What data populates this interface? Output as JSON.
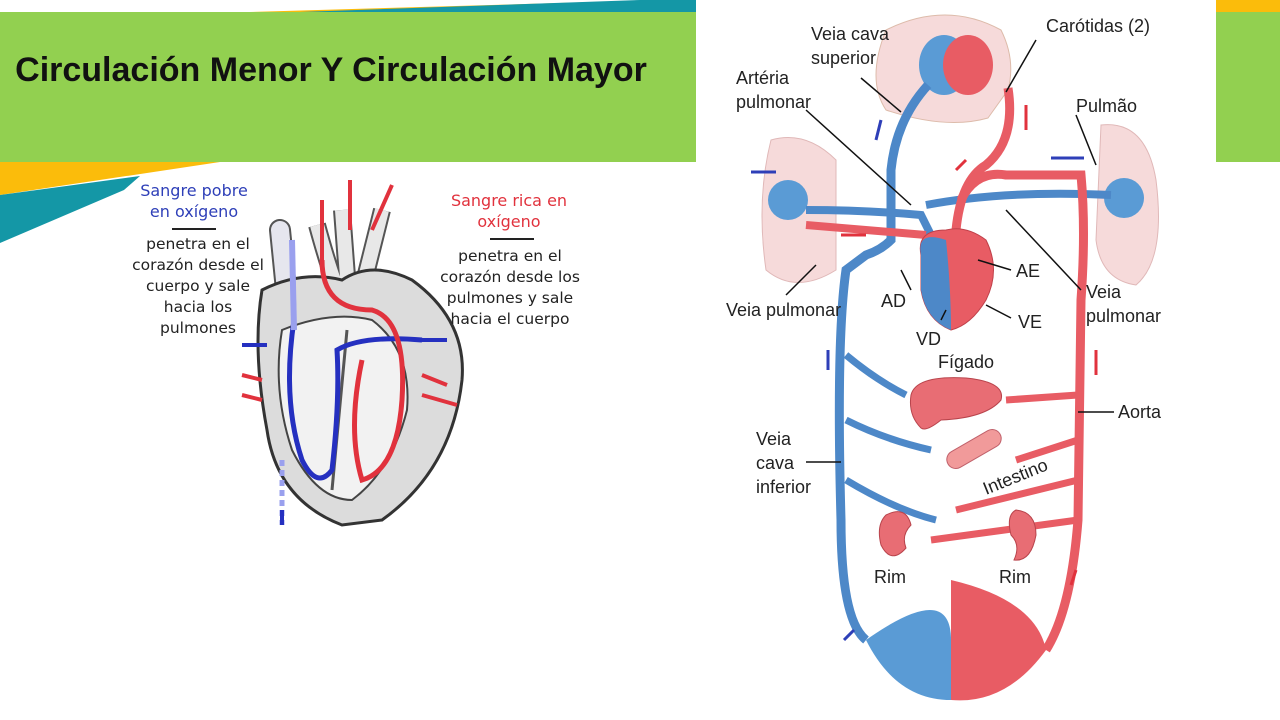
{
  "slide": {
    "title": "Circulación Menor Y Circulación Mayor",
    "colors": {
      "banner_green": "#92d050",
      "teal": "#1497a6",
      "gold": "#fbbc0b",
      "oxygen_poor": "#2e3fb8",
      "oxygen_rich": "#e1323d"
    }
  },
  "heart_figure": {
    "poor_heading": "Sangre pobre en oxígeno",
    "poor_text": "penetra en el corazón desde el cuerpo y sale hacia los pulmones",
    "rich_heading": "Sangre rica en oxígeno",
    "rich_text": "penetra en el corazón desde los pulmones y sale hacia el cuerpo"
  },
  "circulation_diagram": {
    "labels": {
      "veia_cava_superior": "Veia cava superior",
      "carotidas": "Carótidas (2)",
      "arteria_pulmonar": "Artéria pulmonar",
      "pulmao": "Pulmão",
      "ae": "AE",
      "ad": "AD",
      "vd": "VD",
      "ve": "VE",
      "veia_pulmonar_left": "Veia pulmonar",
      "veia_pulmonar_right": "Veia pulmonar",
      "figado": "Fígado",
      "aorta": "Aorta",
      "veia_cava_inferior": "Veia cava inferior",
      "intestino": "Intestino",
      "rim_left": "Rim",
      "rim_right": "Rim"
    }
  }
}
